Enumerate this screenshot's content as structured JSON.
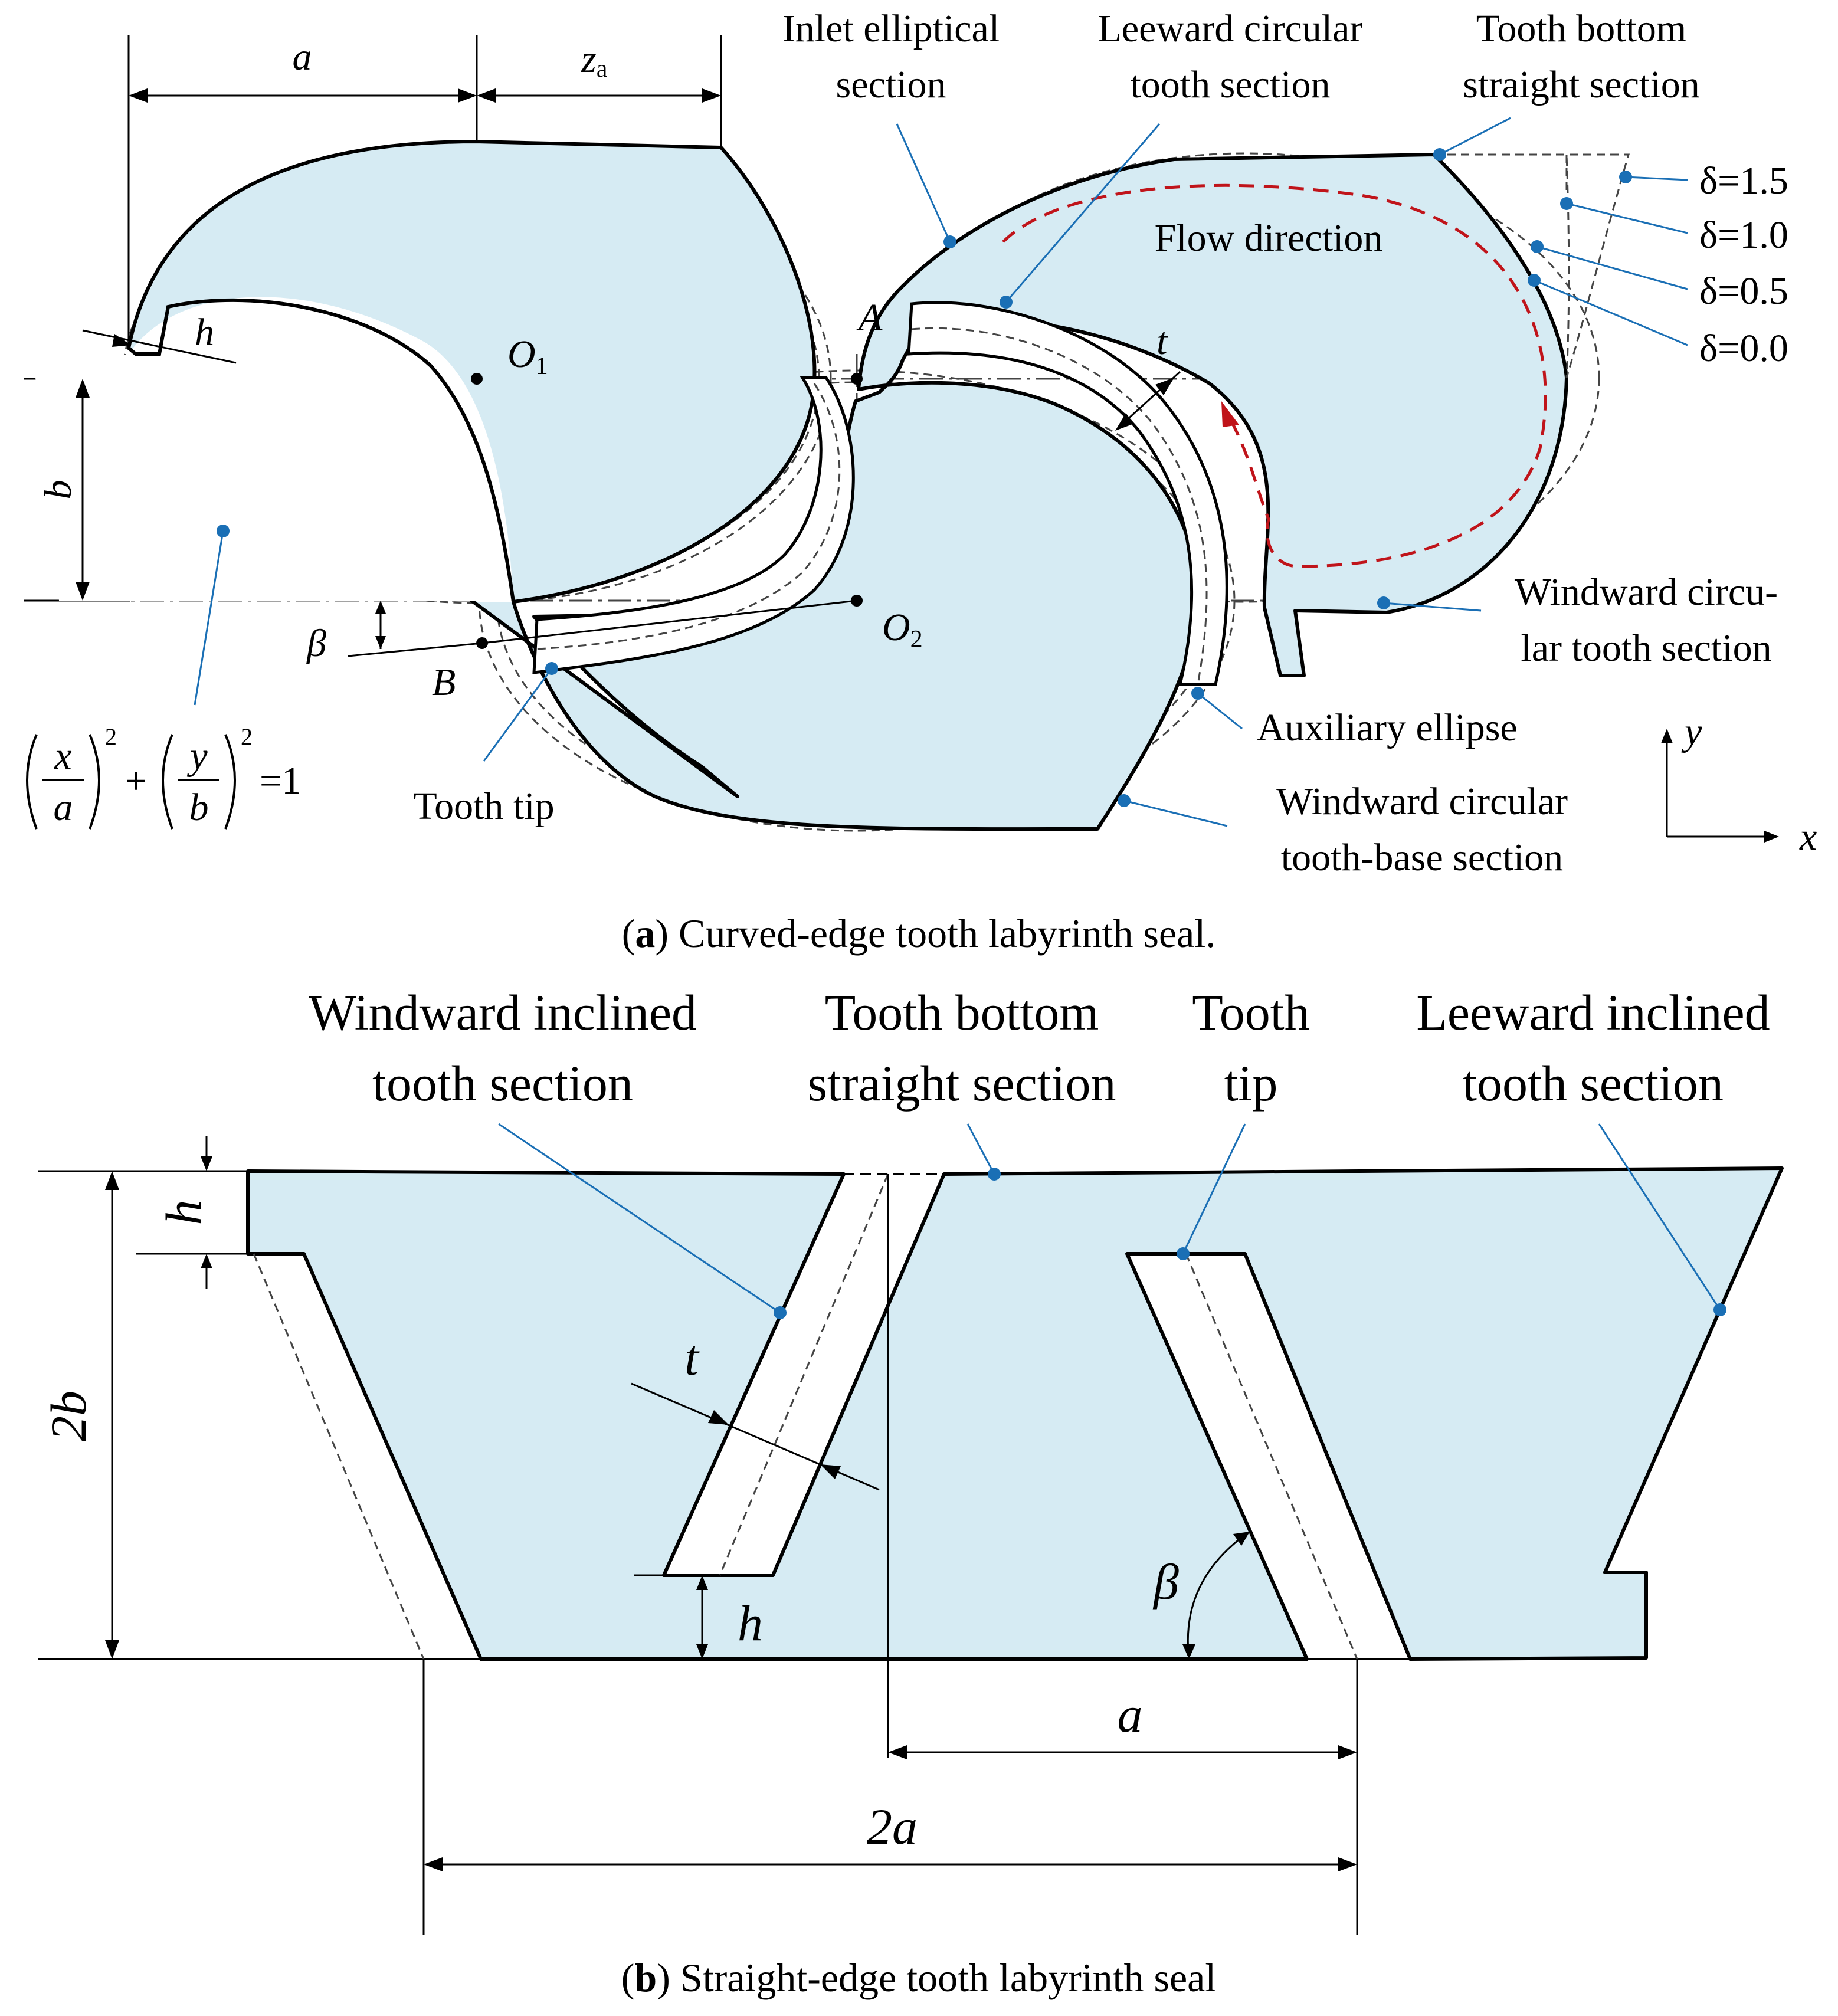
{
  "panel_a": {
    "caption_letter": "a",
    "caption_text": "Curved-edge tooth labyrinth seal.",
    "labels": {
      "inlet": [
        "Inlet elliptical",
        "section"
      ],
      "leeward": [
        "Leeward circular",
        "tooth section"
      ],
      "tooth_bottom": [
        "Tooth bottom",
        "straight section"
      ],
      "flow": "Flow direction",
      "windward_tooth": [
        "Windward circu-",
        "lar tooth section"
      ],
      "aux": "Auxiliary ellipse",
      "windward_base": [
        "Windward circular",
        "tooth-base section"
      ],
      "tooth_tip": "Tooth tip"
    },
    "delta_labels": [
      "δ=1.5",
      "δ=1.0",
      "δ=0.5",
      "δ=0.0"
    ],
    "symbols": {
      "a": "a",
      "za": "z",
      "za_sub": "a",
      "b": "b",
      "h": "h",
      "t": "t",
      "A": "A",
      "B": "B",
      "beta": "β",
      "O1": "O",
      "O1_sub": "1",
      "O2": "O",
      "O2_sub": "2",
      "axis_x": "x",
      "axis_y": "y"
    },
    "equation": {
      "x": "x",
      "a": "a",
      "y": "y",
      "b": "b",
      "plus": "+",
      "equals": "=1",
      "power": "2"
    }
  },
  "panel_b": {
    "caption_letter": "b",
    "caption_text": "Straight-edge tooth labyrinth seal",
    "labels": {
      "windward_inclined": [
        "Windward inclined",
        "tooth section"
      ],
      "tooth_bottom": [
        "Tooth bottom",
        "straight section"
      ],
      "tooth_tip": [
        "Tooth",
        "tip"
      ],
      "leeward_inclined": [
        "Leeward inclined",
        "tooth section"
      ]
    },
    "symbols": {
      "h": "h",
      "t": "t",
      "two_b": "2b",
      "beta": "β",
      "a": "a",
      "two_a": "2a"
    }
  },
  "colors": {
    "fill": "#d6ebf3",
    "leader": "#1a6fb5",
    "flow": "#c0141a"
  }
}
